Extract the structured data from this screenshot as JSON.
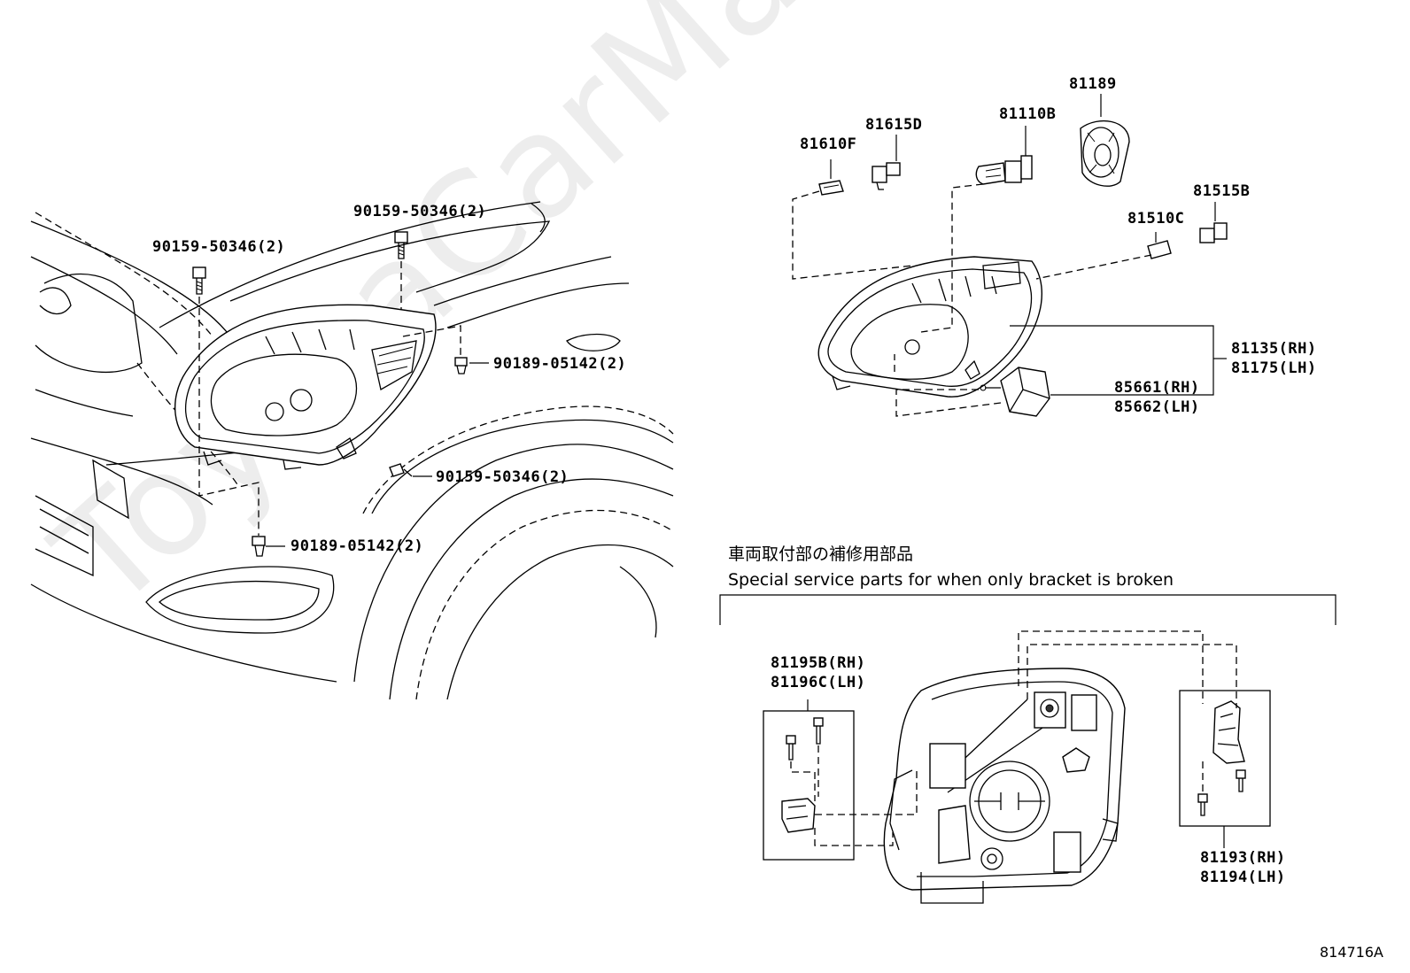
{
  "watermark": "ToyotaCarMaster.ru",
  "diagram_code": "814716A",
  "note": {
    "jp": "車両取付部の補修用部品",
    "en": "Special service parts for when only bracket is broken"
  },
  "labels": {
    "bolt_upper_left": "90159-50346(2)",
    "bolt_upper_center": "90159-50346(2)",
    "clip_right": "90189-05142(2)",
    "bolt_lower_right": "90159-50346(2)",
    "clip_bottom": "90189-05142(2)",
    "bulb_81189": "81189",
    "bulb_81110B": "81110B",
    "socket_81615D": "81615D",
    "bulb_81610F": "81610F",
    "socket_81515B": "81515B",
    "bulb_81510C": "81510C",
    "unit_rh": "81135(RH)",
    "unit_lh": "81175(LH)",
    "motor_rh": "85661(RH)",
    "motor_lh": "85662(LH)",
    "bracket_left_rh": "81195B(RH)",
    "bracket_left_lh": "81196C(LH)",
    "bracket_right_rh": "81193(RH)",
    "bracket_right_lh": "81194(LH)"
  }
}
